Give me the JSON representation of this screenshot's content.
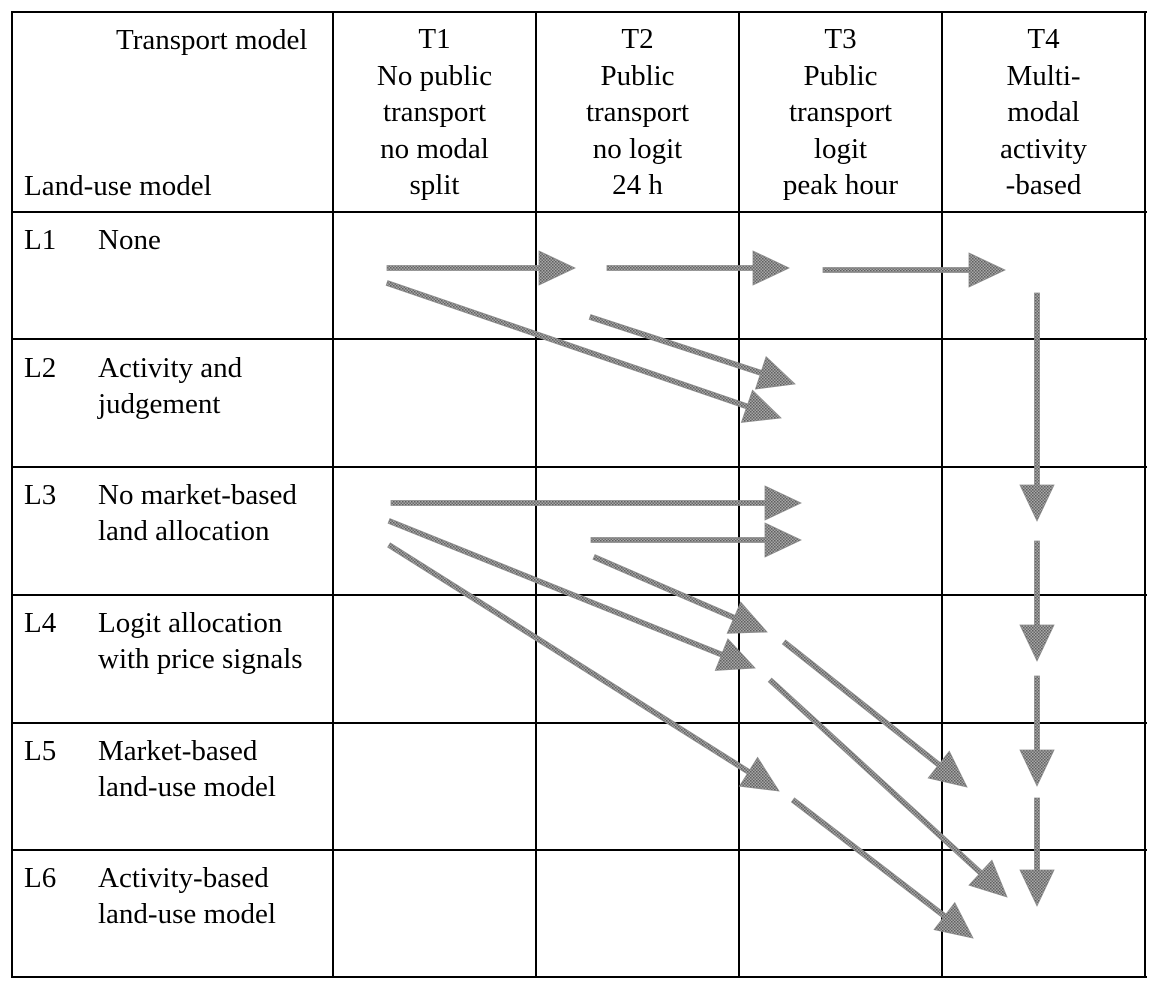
{
  "corner": {
    "transport_label": "Transport model",
    "landuse_label": "Land-use model"
  },
  "transport_models": [
    {
      "code": "T1",
      "lines": [
        "No public",
        "transport",
        "no modal",
        "split"
      ]
    },
    {
      "code": "T2",
      "lines": [
        "Public",
        "transport",
        "no logit",
        "24 h"
      ]
    },
    {
      "code": "T3",
      "lines": [
        "Public",
        "transport",
        "logit",
        "peak hour"
      ]
    },
    {
      "code": "T4",
      "lines": [
        "Multi-",
        "modal",
        "activity",
        "-based"
      ]
    }
  ],
  "landuse_models": [
    {
      "code": "L1",
      "lines": [
        "None"
      ]
    },
    {
      "code": "L2",
      "lines": [
        "Activity and",
        "judgement"
      ]
    },
    {
      "code": "L3",
      "lines": [
        "No market-based",
        "land allocation"
      ]
    },
    {
      "code": "L4",
      "lines": [
        "Logit allocation",
        "with price signals"
      ]
    },
    {
      "code": "L5",
      "lines": [
        "Market-based",
        "land-use model"
      ]
    },
    {
      "code": "L6",
      "lines": [
        "Activity-based",
        "land-use model"
      ]
    }
  ],
  "transitions": [
    {
      "from": "L1T1",
      "to": "L1T2"
    },
    {
      "from": "L1T2",
      "to": "L1T3"
    },
    {
      "from": "L1T3",
      "to": "L1T4"
    },
    {
      "from": "L1T1",
      "to": "L2T3"
    },
    {
      "from": "L1T2",
      "to": "L2T3"
    },
    {
      "from": "L1T4",
      "to": "L3T4"
    },
    {
      "from": "L3T1",
      "to": "L3T3"
    },
    {
      "from": "L3T2",
      "to": "L3T3"
    },
    {
      "from": "L3T1",
      "to": "L4T3"
    },
    {
      "from": "L3T2",
      "to": "L4T3"
    },
    {
      "from": "L3T1",
      "to": "L5T3"
    },
    {
      "from": "L3T4",
      "to": "L4T4"
    },
    {
      "from": "L4T3",
      "to": "L5T4"
    },
    {
      "from": "L4T3",
      "to": "L6T4"
    },
    {
      "from": "L4T4",
      "to": "L5T4"
    },
    {
      "from": "L5T3",
      "to": "L6T4"
    },
    {
      "from": "L5T4",
      "to": "L6T4"
    }
  ],
  "colors": {
    "arrow": "#8a8a8a",
    "grid": "#000000"
  }
}
